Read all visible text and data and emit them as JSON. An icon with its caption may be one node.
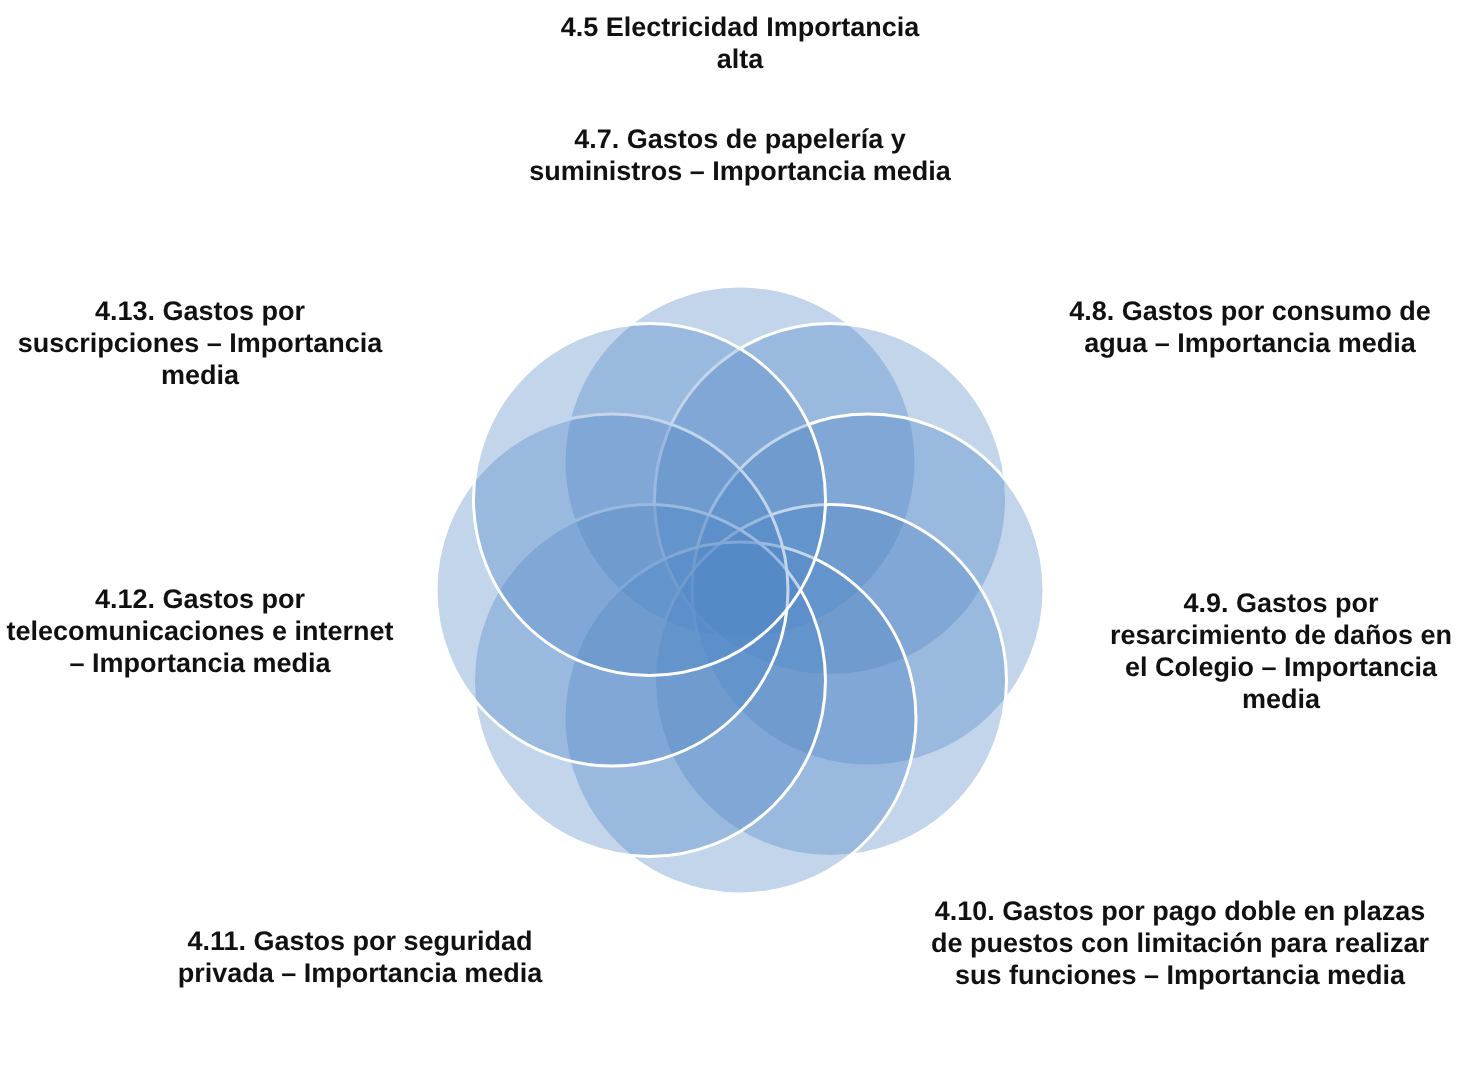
{
  "diagram": {
    "labels": [
      "4.5 Electricidad Importancia alta",
      "4.7. Gastos de papelería y suministros – Importancia media",
      "4.8. Gastos por consumo de agua – Importancia media",
      "4.9. Gastos por resarcimiento de daños en el Colegio – Importancia media",
      "4.10. Gastos por pago doble en plazas de puestos con limitación para realizar sus funciones – Importancia media",
      "4.11. Gastos por seguridad privada – Importancia media",
      "4.12. Gastos por telecomunicaciones e internet – Importancia media",
      "4.13. Gastos por suscripciones – Importancia media"
    ]
  }
}
